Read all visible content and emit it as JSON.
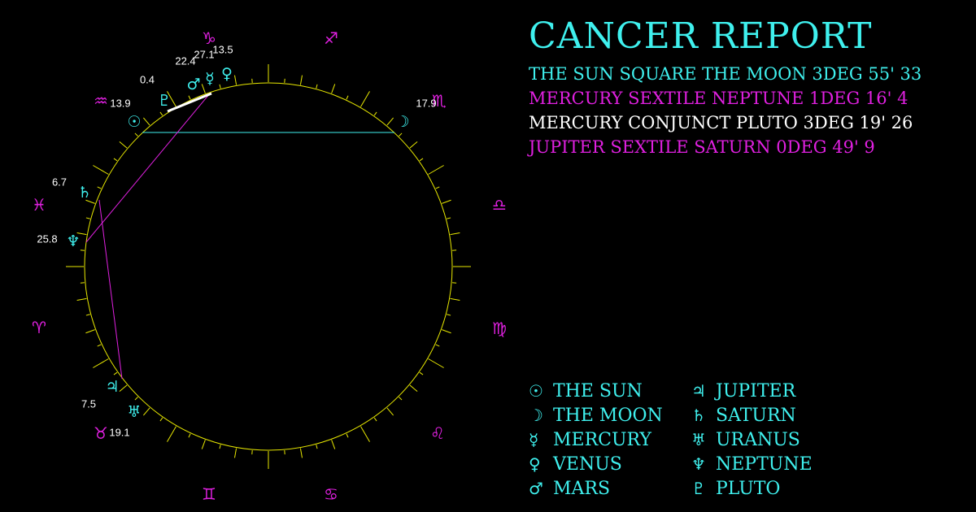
{
  "colors": {
    "cyan": "#3ff0ee",
    "magenta": "#e020e0",
    "white": "#ffffff",
    "yellow": "#e8e800"
  },
  "report": {
    "title": "CANCER REPORT",
    "aspects": [
      {
        "text": "THE SUN SQUARE THE MOON 3DEG 55' 33",
        "color": "cyan"
      },
      {
        "text": "MERCURY SEXTILE NEPTUNE 1DEG 16' 4",
        "color": "magenta"
      },
      {
        "text": "MERCURY CONJUNCT PLUTO 3DEG 19' 26",
        "color": "white"
      },
      {
        "text": "JUPITER SEXTILE SATURN 0DEG 49' 9",
        "color": "magenta"
      }
    ]
  },
  "zodiac": [
    {
      "name": "capricorn",
      "symbol": "♑"
    },
    {
      "name": "sagittarius",
      "symbol": "♐"
    },
    {
      "name": "scorpio",
      "symbol": "♏"
    },
    {
      "name": "libra",
      "symbol": "♎"
    },
    {
      "name": "virgo",
      "symbol": "♍"
    },
    {
      "name": "leo",
      "symbol": "♌"
    },
    {
      "name": "cancer",
      "symbol": "♋"
    },
    {
      "name": "gemini",
      "symbol": "♊"
    },
    {
      "name": "taurus",
      "symbol": "♉"
    },
    {
      "name": "aries",
      "symbol": "♈"
    },
    {
      "name": "pisces",
      "symbol": "♓"
    },
    {
      "name": "aquarius",
      "symbol": "♒"
    }
  ],
  "planets": [
    {
      "name": "sun",
      "symbol": "☉",
      "degree": ""
    },
    {
      "name": "moon",
      "symbol": "☽",
      "degree": "17.9"
    },
    {
      "name": "mercury",
      "symbol": "☿",
      "degree": "27.1"
    },
    {
      "name": "venus",
      "symbol": "♀",
      "degree": "13.5"
    },
    {
      "name": "mars",
      "symbol": "♂",
      "degree": "22.4"
    },
    {
      "name": "jupiter",
      "symbol": "♃",
      "degree": "7.5"
    },
    {
      "name": "saturn",
      "symbol": "♄",
      "degree": "6.7"
    },
    {
      "name": "uranus",
      "symbol": "♅",
      "degree": "19.1"
    },
    {
      "name": "neptune",
      "symbol": "♆",
      "degree": "25.8"
    },
    {
      "name": "pluto",
      "symbol": "♇",
      "degree": "0.4"
    }
  ],
  "extra_degree": "13.9",
  "legend": [
    {
      "symbol": "☉",
      "label": "THE SUN"
    },
    {
      "symbol": "☽",
      "label": "THE MOON"
    },
    {
      "symbol": "☿",
      "label": "MERCURY"
    },
    {
      "symbol": "♀",
      "label": "VENUS"
    },
    {
      "symbol": "♂",
      "label": "MARS"
    },
    {
      "symbol": "♃",
      "label": "JUPITER"
    },
    {
      "symbol": "♄",
      "label": "SATURN"
    },
    {
      "symbol": "♅",
      "label": "URANUS"
    },
    {
      "symbol": "♆",
      "label": "NEPTUNE"
    },
    {
      "symbol": "♇",
      "label": "PLUTO"
    }
  ]
}
